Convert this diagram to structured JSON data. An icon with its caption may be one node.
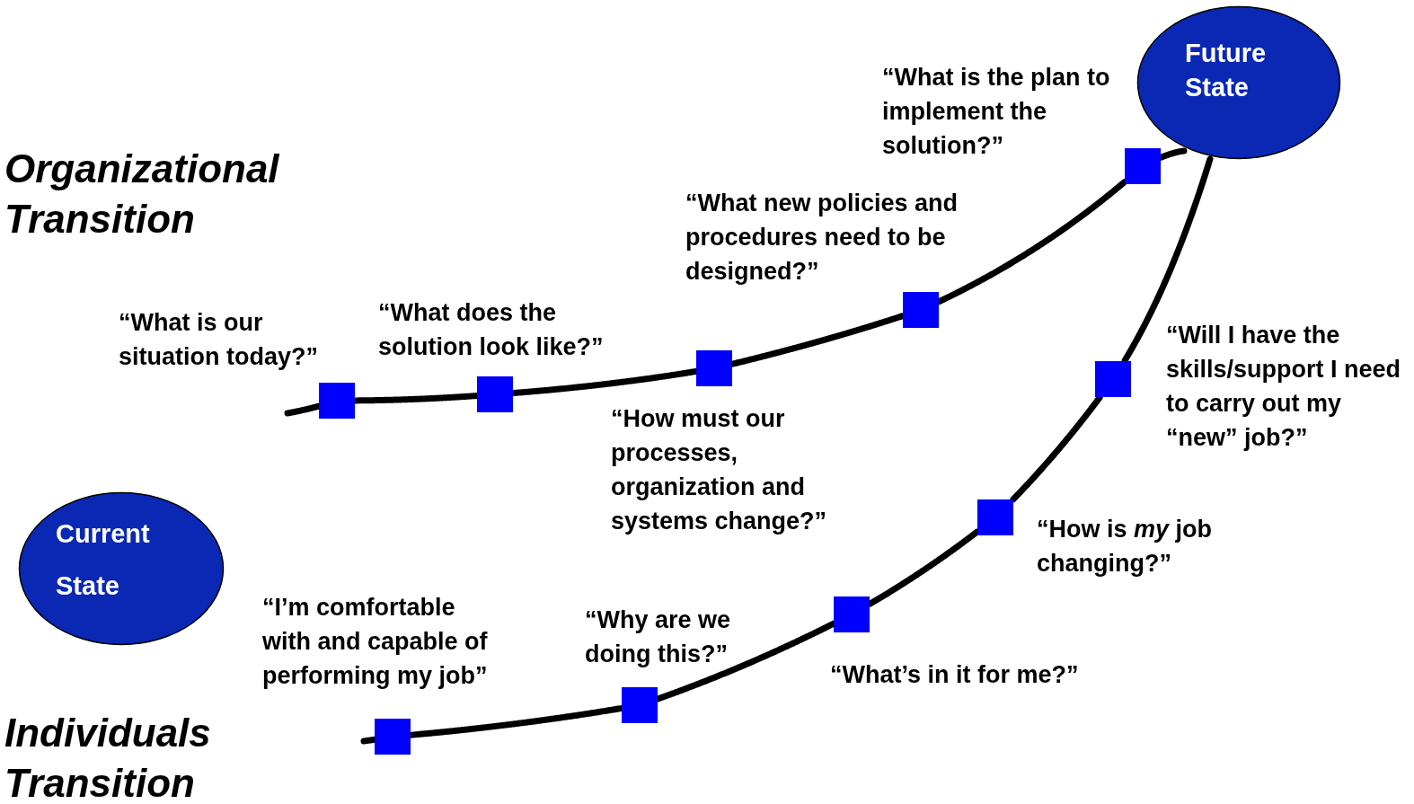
{
  "diagram": {
    "nodes": [
      {
        "text": [
          "Future State"
        ]
      },
      {
        "text": [
          "Current State"
        ]
      },
      {
        "text": [],
        "shape": "box",
        "beside": [
          "“What is our situation today?”"
        ]
      },
      {
        "text": [],
        "shape": "box",
        "beside": [
          "“What does the solution look like?”"
        ]
      },
      {
        "text": [],
        "shape": "box",
        "beside": [
          "“How must our processes, organization and systems change?”"
        ]
      },
      {
        "text": [],
        "shape": "box",
        "beside": [
          "“What new policies and procedures need to be designed?”"
        ]
      },
      {
        "text": [],
        "shape": "box",
        "beside": [
          "“What is the plan to implement the solution?”"
        ]
      },
      {
        "text": [],
        "shape": "box",
        "beside": [
          "“I’m comfortable with and capable of performing my job”"
        ]
      },
      {
        "text": [],
        "shape": "box",
        "beside": [
          "“Why are we doing this?”"
        ]
      },
      {
        "text": [],
        "shape": "box",
        "beside": [
          "“What’s in it for me?”"
        ]
      },
      {
        "text": [],
        "shape": "box",
        "beside": [
          "“How is *my* job changing?”"
        ]
      },
      {
        "text": [],
        "shape": "box",
        "beside": [
          "“Will I have the skills/support I need to carry out my “new” job?”"
        ]
      }
    ],
    "edges": [
      {
        "from": null,
        "to": 2,
        "arrow": "none"
      },
      {
        "from": 2,
        "to": 3,
        "arrow": "none"
      },
      {
        "from": 3,
        "to": 4,
        "arrow": "none"
      },
      {
        "from": 4,
        "to": 5,
        "arrow": "none"
      },
      {
        "from": 5,
        "to": 6,
        "arrow": "none"
      },
      {
        "from": 6,
        "to": 0,
        "arrow": "none"
      },
      {
        "from": null,
        "to": 7,
        "arrow": "none"
      },
      {
        "from": 7,
        "to": 8,
        "arrow": "none"
      },
      {
        "from": 8,
        "to": 9,
        "arrow": "none"
      },
      {
        "from": 9,
        "to": 10,
        "arrow": "none"
      },
      {
        "from": 10,
        "to": 11,
        "arrow": "none"
      },
      {
        "from": 11,
        "to": 0,
        "arrow": "none"
      }
    ],
    "labels": [
      "Organizational Transition",
      "Individuals Transition"
    ]
  }
}
